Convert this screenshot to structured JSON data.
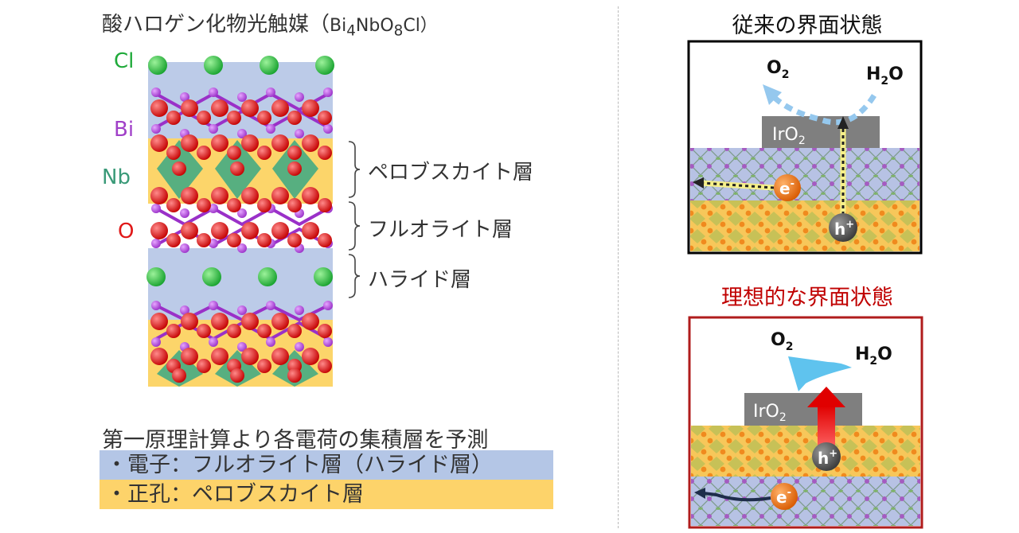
{
  "left": {
    "title": "酸ハロゲン化物光触媒（",
    "formula": {
      "p1": "Bi",
      "s1": "4",
      "p2": "NbO",
      "s2": "8",
      "p3": "Cl）"
    },
    "elements": [
      {
        "symbol": "Cl",
        "color": "#1faa3a"
      },
      {
        "symbol": "Bi",
        "color": "#a040c8"
      },
      {
        "symbol": "Nb",
        "color": "#3a9a78"
      },
      {
        "symbol": "O",
        "color": "#e01818"
      }
    ],
    "layers": [
      "ペロブスカイト層",
      "フルオライト層",
      "ハライド層"
    ],
    "summary_title": "第一原理計算より各電荷の集積層を予測",
    "summary_lines": [
      {
        "text": "・電子：フルオライト層（ハライド層）",
        "bg": "#b4c6e6"
      },
      {
        "text": "・正孔：ペロブスカイト層",
        "bg": "#fdd36a"
      }
    ]
  },
  "right": {
    "conventional": {
      "title": "従来の界面状態",
      "title_color": "#111111",
      "frame_color": "#000000",
      "o2": "O",
      "o2_sub": "2",
      "h2o_pre": "H",
      "h2o_sub": "2",
      "h2o_post": "O",
      "iro2": "IrO",
      "iro2_sub": "2",
      "electron": "e",
      "electron_sup": "-",
      "hole": "h",
      "hole_sup": "+"
    },
    "ideal": {
      "title": "理想的な界面状態",
      "title_color": "#c00000",
      "frame_color": "#b01c1c",
      "o2": "O",
      "o2_sub": "2",
      "h2o_pre": "H",
      "h2o_sub": "2",
      "h2o_post": "O",
      "iro2": "IrO",
      "iro2_sub": "2",
      "electron": "e",
      "electron_sup": "-",
      "hole": "h",
      "hole_sup": "+"
    }
  }
}
